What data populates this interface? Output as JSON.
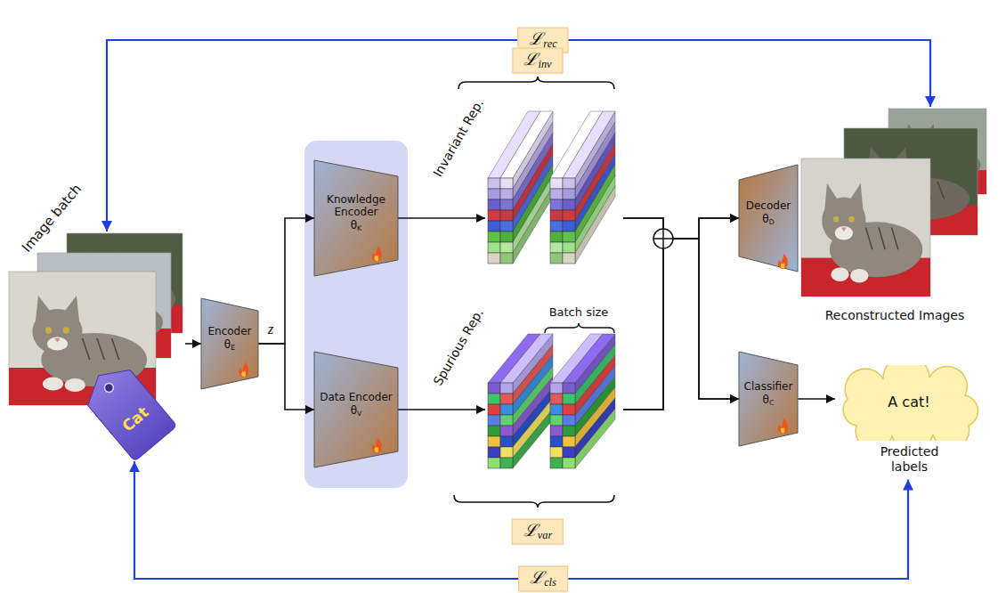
{
  "diagram": {
    "nodes": [
      {
        "text": [
          "Image batch"
        ]
      },
      {
        "text": [
          "Cat"
        ]
      },
      {
        "text": [
          "Encoder",
          "θE"
        ]
      },
      {
        "text": [
          "Knowledge Encoder",
          "θK"
        ]
      },
      {
        "text": [
          "Data Encoder",
          "θV"
        ]
      },
      {
        "text": [
          "Invariant Rep."
        ]
      },
      {
        "text": [
          "Spurious Rep."
        ]
      },
      {
        "text": [
          "Decoder",
          "θD"
        ]
      },
      {
        "text": [
          "Classifier",
          "θC"
        ]
      },
      {
        "text": [
          "Reconstructed Images"
        ]
      },
      {
        "text": [
          "A cat!",
          "Predicted labels"
        ]
      }
    ],
    "edges": [
      {
        "from": 0,
        "to": 2,
        "arrow": "to"
      },
      {
        "from": 2,
        "to": 3,
        "arrow": "to"
      },
      {
        "from": 2,
        "to": 4,
        "arrow": "to"
      },
      {
        "from": 3,
        "to": 5,
        "arrow": "to"
      },
      {
        "from": 4,
        "to": 6,
        "arrow": "to"
      },
      {
        "from": 5,
        "to": 7,
        "arrow": "to"
      },
      {
        "from": 5,
        "to": 8,
        "arrow": "to"
      },
      {
        "from": 6,
        "to": 7,
        "arrow": "to"
      },
      {
        "from": 6,
        "to": 8,
        "arrow": "to"
      },
      {
        "from": 8,
        "to": 10,
        "arrow": "to"
      },
      {
        "from": 0,
        "to": 9,
        "label": "ℒrec",
        "arrow": "both"
      },
      {
        "from": 1,
        "to": 10,
        "label": "ℒcls",
        "arrow": "both"
      }
    ],
    "labels": [
      "z",
      "ℒinv",
      "Batch size",
      "ℒvar"
    ]
  }
}
